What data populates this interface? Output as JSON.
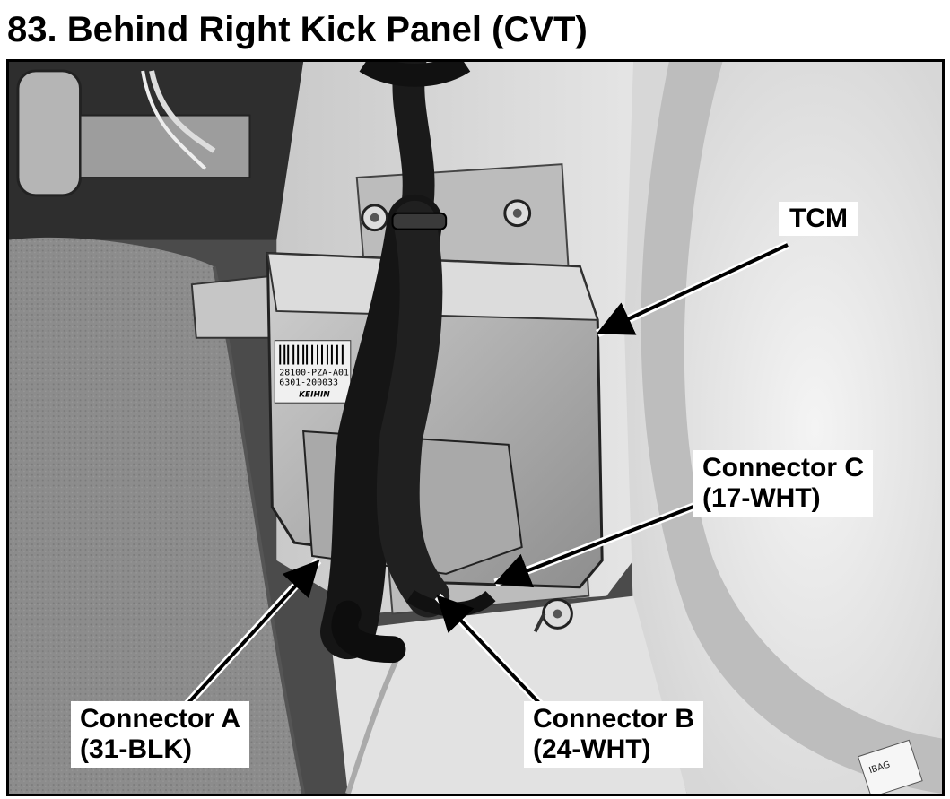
{
  "page": {
    "title": "83. Behind Right Kick Panel (CVT)"
  },
  "photo": {
    "module_label_lines": [
      "28100-PZA-A01",
      "6301-200033"
    ],
    "module_brand": "KEIHIN",
    "sticker_text": "IBAG"
  },
  "callouts": {
    "tcm": {
      "line1": "TCM"
    },
    "connector_c": {
      "line1": "Connector C",
      "line2": "(17-WHT)"
    },
    "connector_a": {
      "line1": "Connector A",
      "line2": "(31-BLK)"
    },
    "connector_b": {
      "line1": "Connector B",
      "line2": "(24-WHT)"
    }
  },
  "colors": {
    "frame": "#000000",
    "callout_bg": "#ffffff",
    "text": "#000000"
  }
}
